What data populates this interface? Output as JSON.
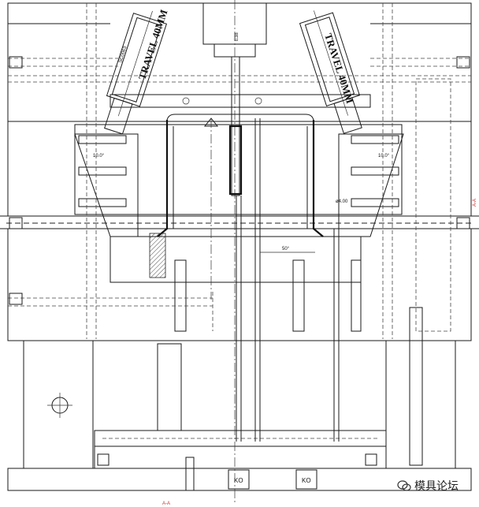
{
  "annotations": {
    "travel_left": "TRAVEL 40MM",
    "travel_right": "TRAVEL 40MM",
    "angle_left_upper": "10.0°",
    "angle_right_upper": "10.0°",
    "angle_center": "50°",
    "diameter": "ø4.00",
    "ko_left": "KO",
    "ko_right": "KO",
    "cylinder_left": "SC0063",
    "stamp_top": "E38",
    "section_mark": "A-A",
    "bottom_mark": "A-A"
  },
  "watermark": {
    "text": "模具论坛",
    "icon": "wechat-icon"
  },
  "colors": {
    "line": "#1a1a1a",
    "hatch_fill": "#d9d9d9",
    "section_mark": "#cc3333"
  }
}
